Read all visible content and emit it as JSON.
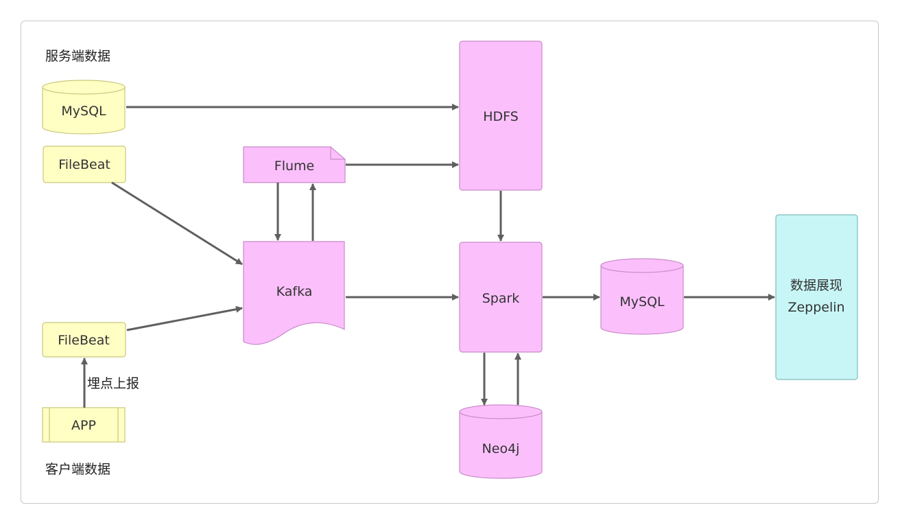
{
  "labels": {
    "server_data": "服务端数据",
    "client_data": "客户端数据",
    "tracking_report": "埋点上报"
  },
  "nodes": {
    "mysql_source": "MySQL",
    "filebeat_top": "FileBeat",
    "filebeat_bottom": "FileBeat",
    "app": "APP",
    "flume": "Flume",
    "kafka": "Kafka",
    "hdfs": "HDFS",
    "spark": "Spark",
    "neo4j": "Neo4j",
    "mysql_result": "MySQL",
    "zeppelin_line1": "数据展现",
    "zeppelin_line2": "Zeppelin"
  },
  "colors": {
    "yellow_fill": "#ffffc4",
    "yellow_stroke": "#c9c77a",
    "pink_fill": "#fbc0fb",
    "pink_stroke": "#c98ac9",
    "cyan_fill": "#c8f6f6",
    "cyan_stroke": "#7fbcbc",
    "arrow": "#5f5f5f"
  }
}
